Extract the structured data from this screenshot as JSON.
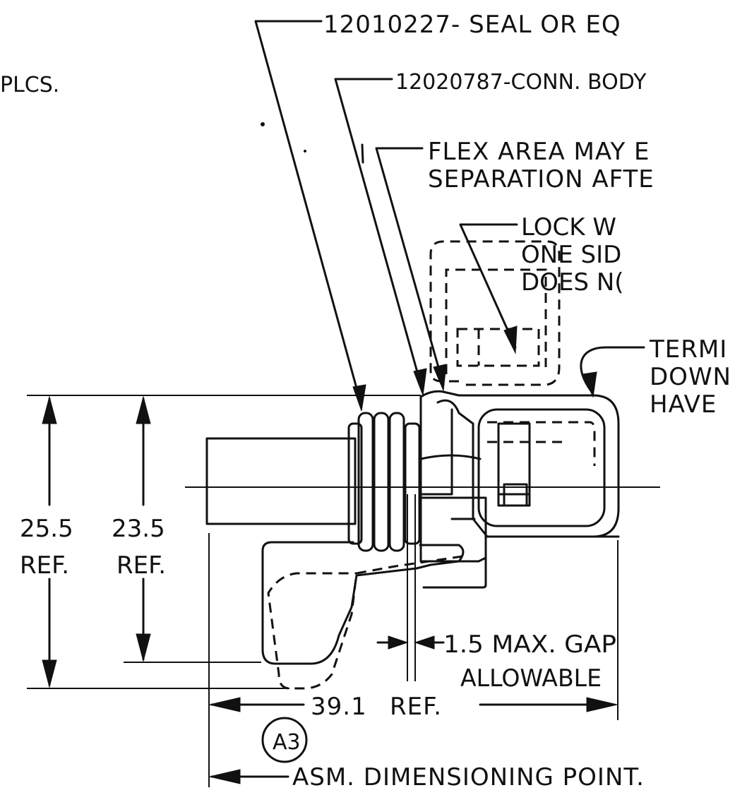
{
  "callouts": {
    "seal": "12010227- SEAL  OR  EQ",
    "conn_body": "12020787-CONN. BODY",
    "plcs": "PLCS.",
    "flex_line1": "FLEX AREA MAY E",
    "flex_line2": "SEPARATION AFTE",
    "lock_line1": "LOCK W",
    "lock_line2": "ONE SID",
    "lock_line3": "DOES N(",
    "term_line1": "TERMI",
    "term_line2": "DOWN",
    "term_line3": "HAVE"
  },
  "dimensions": {
    "height_outer_value": "25.5",
    "height_outer_ref": "REF.",
    "height_inner_value": "23.5",
    "height_inner_ref": "REF.",
    "gap_line1": "1.5 MAX. GAP",
    "gap_line2": "ALLOWABLE",
    "length_value": "39.1",
    "length_ref": "REF.",
    "datum": "A3",
    "asm_point": "ASM. DIMENSIONING  POINT."
  }
}
